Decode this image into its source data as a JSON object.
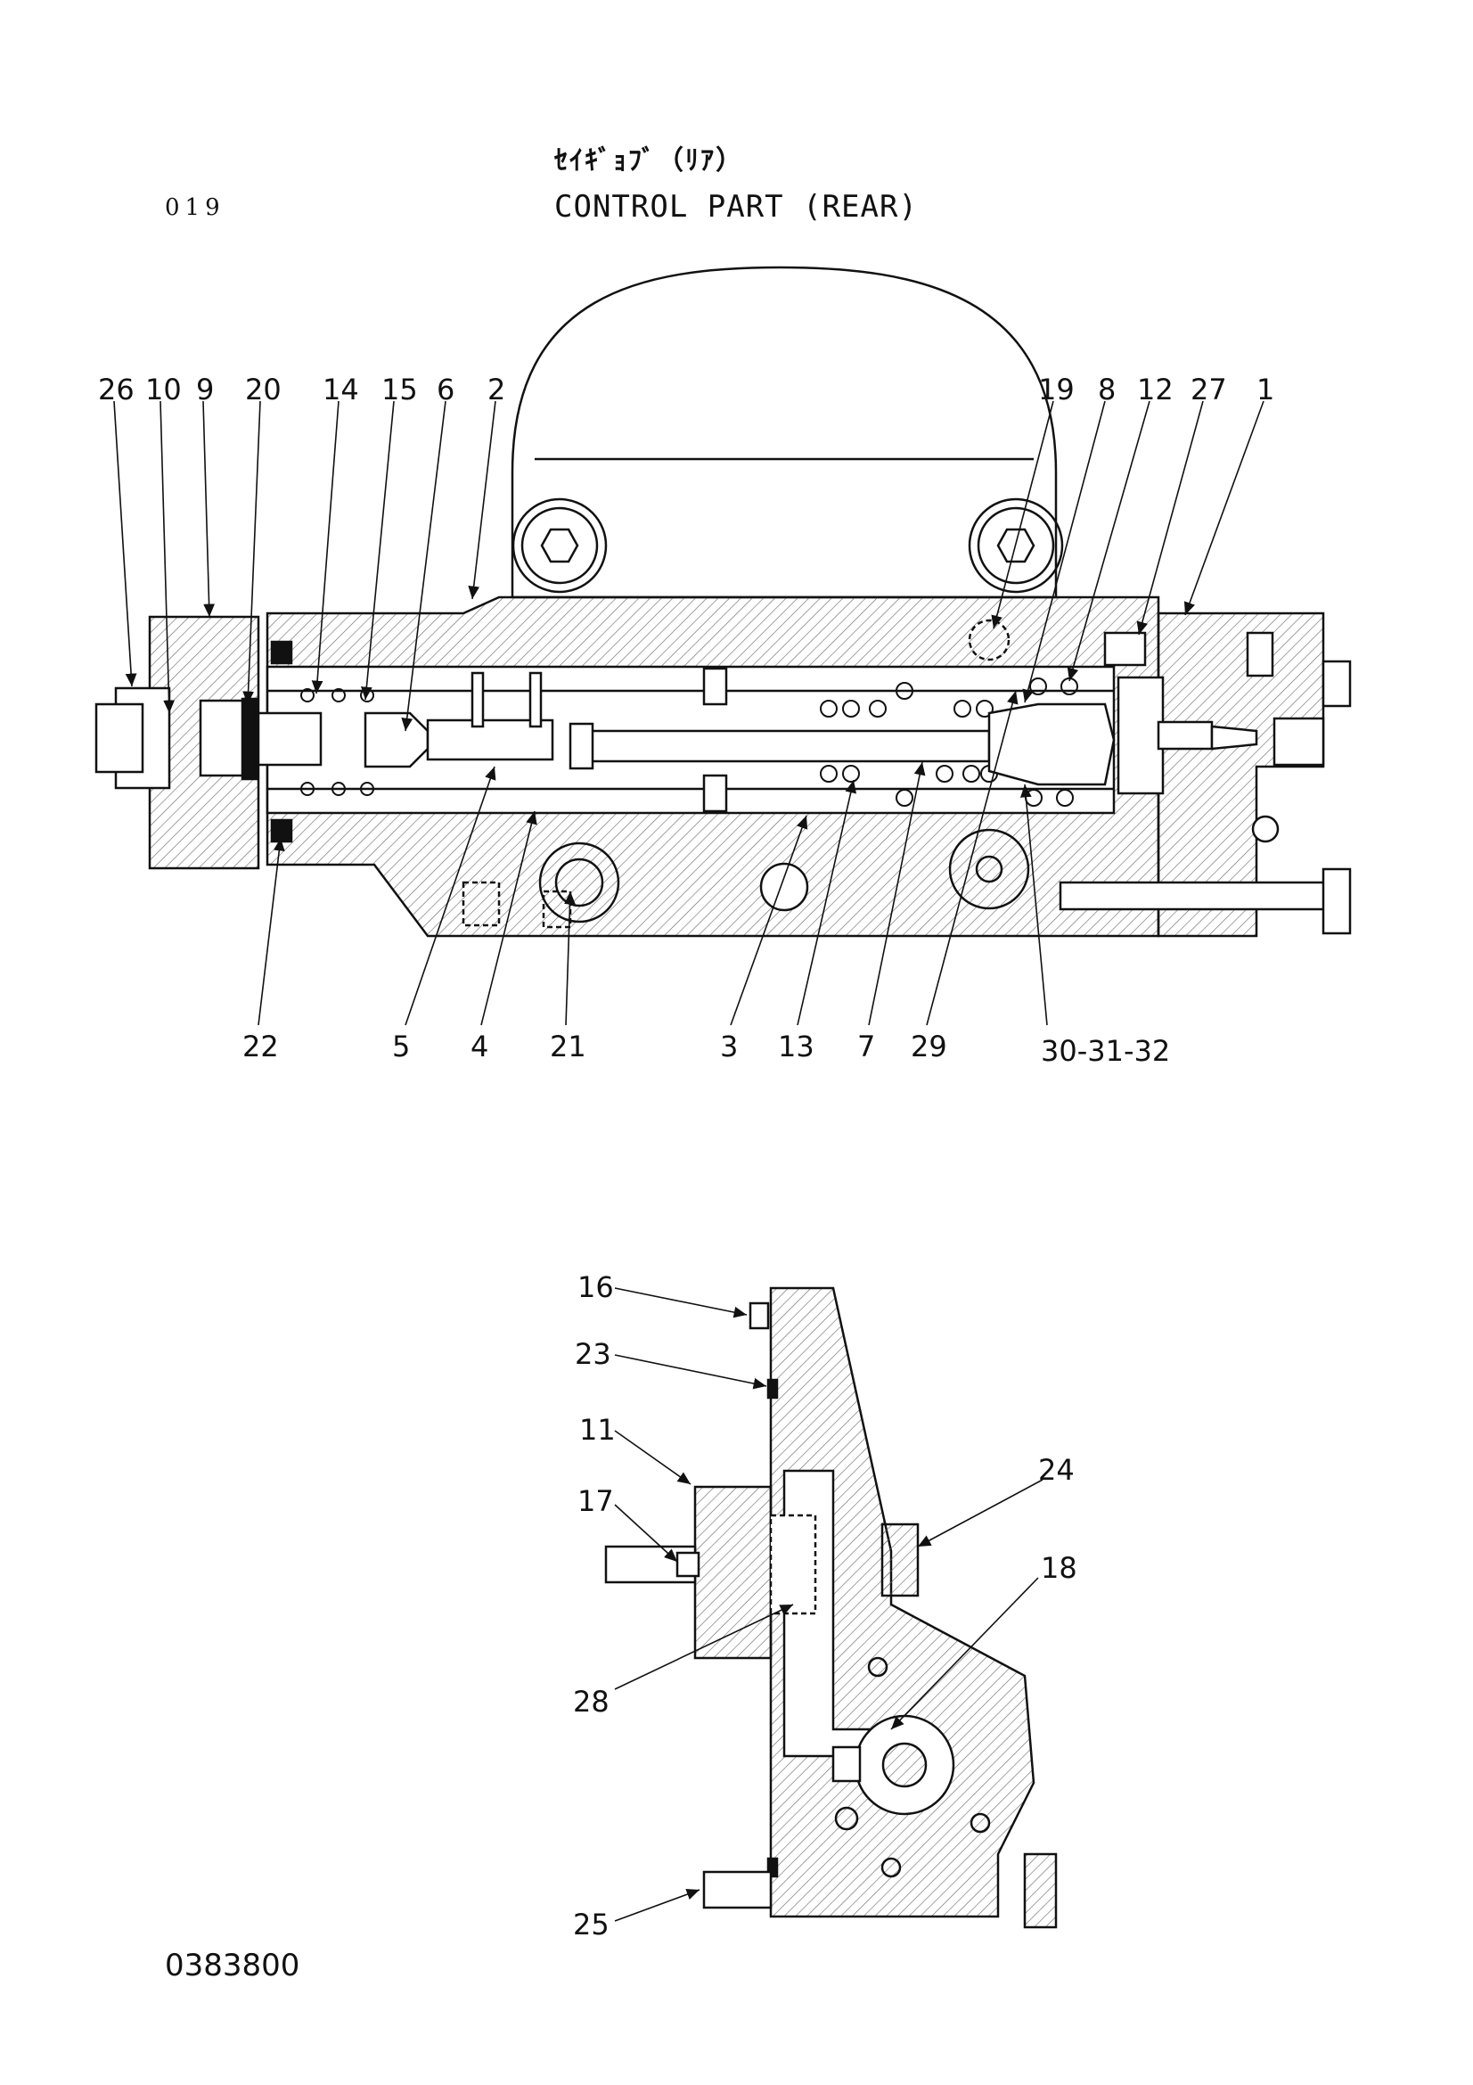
{
  "header": {
    "page_number": "019",
    "title_jp": "ｾｲｷﾞｮﾌﾞ（ﾘｱ）",
    "title_en": "CONTROL PART (REAR)"
  },
  "footer": {
    "drawing_number": "0383800"
  },
  "upper_view_callouts": {
    "top": [
      "26",
      "10",
      "9",
      "20",
      "14",
      "15",
      "6",
      "2",
      "19",
      "8",
      "12",
      "27",
      "1"
    ],
    "bottom": [
      "22",
      "5",
      "4",
      "21",
      "3",
      "13",
      "7",
      "29",
      "30-31-32"
    ]
  },
  "lower_view_callouts": [
    "16",
    "23",
    "11",
    "17",
    "24",
    "18",
    "28",
    "25"
  ],
  "colors": {
    "line": "#111111",
    "hatch": "#555555",
    "background": "#ffffff"
  }
}
